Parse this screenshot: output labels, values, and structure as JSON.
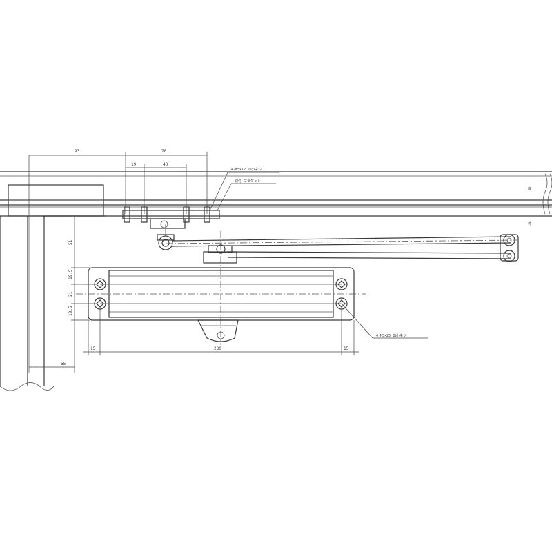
{
  "dimensions": {
    "d_top_left": "93",
    "d_top_right": "70",
    "d_small_a": "19",
    "d_small_b": "40",
    "d_vert_main": "51",
    "d_vert_a": "19.5",
    "d_vert_b": "21",
    "d_vert_c": "19.5",
    "d_bottom_left": "15",
    "d_bottom_main": "230",
    "d_bottom_right": "15",
    "d_left_offset": "65"
  },
  "notes": {
    "top_screw": "4-M5×12 皿小ネジ",
    "top_bracket": "取付 ブラケット",
    "body_screw": "4-M5×25 皿小ネジ",
    "right_a": "扉",
    "right_b": "枠"
  }
}
